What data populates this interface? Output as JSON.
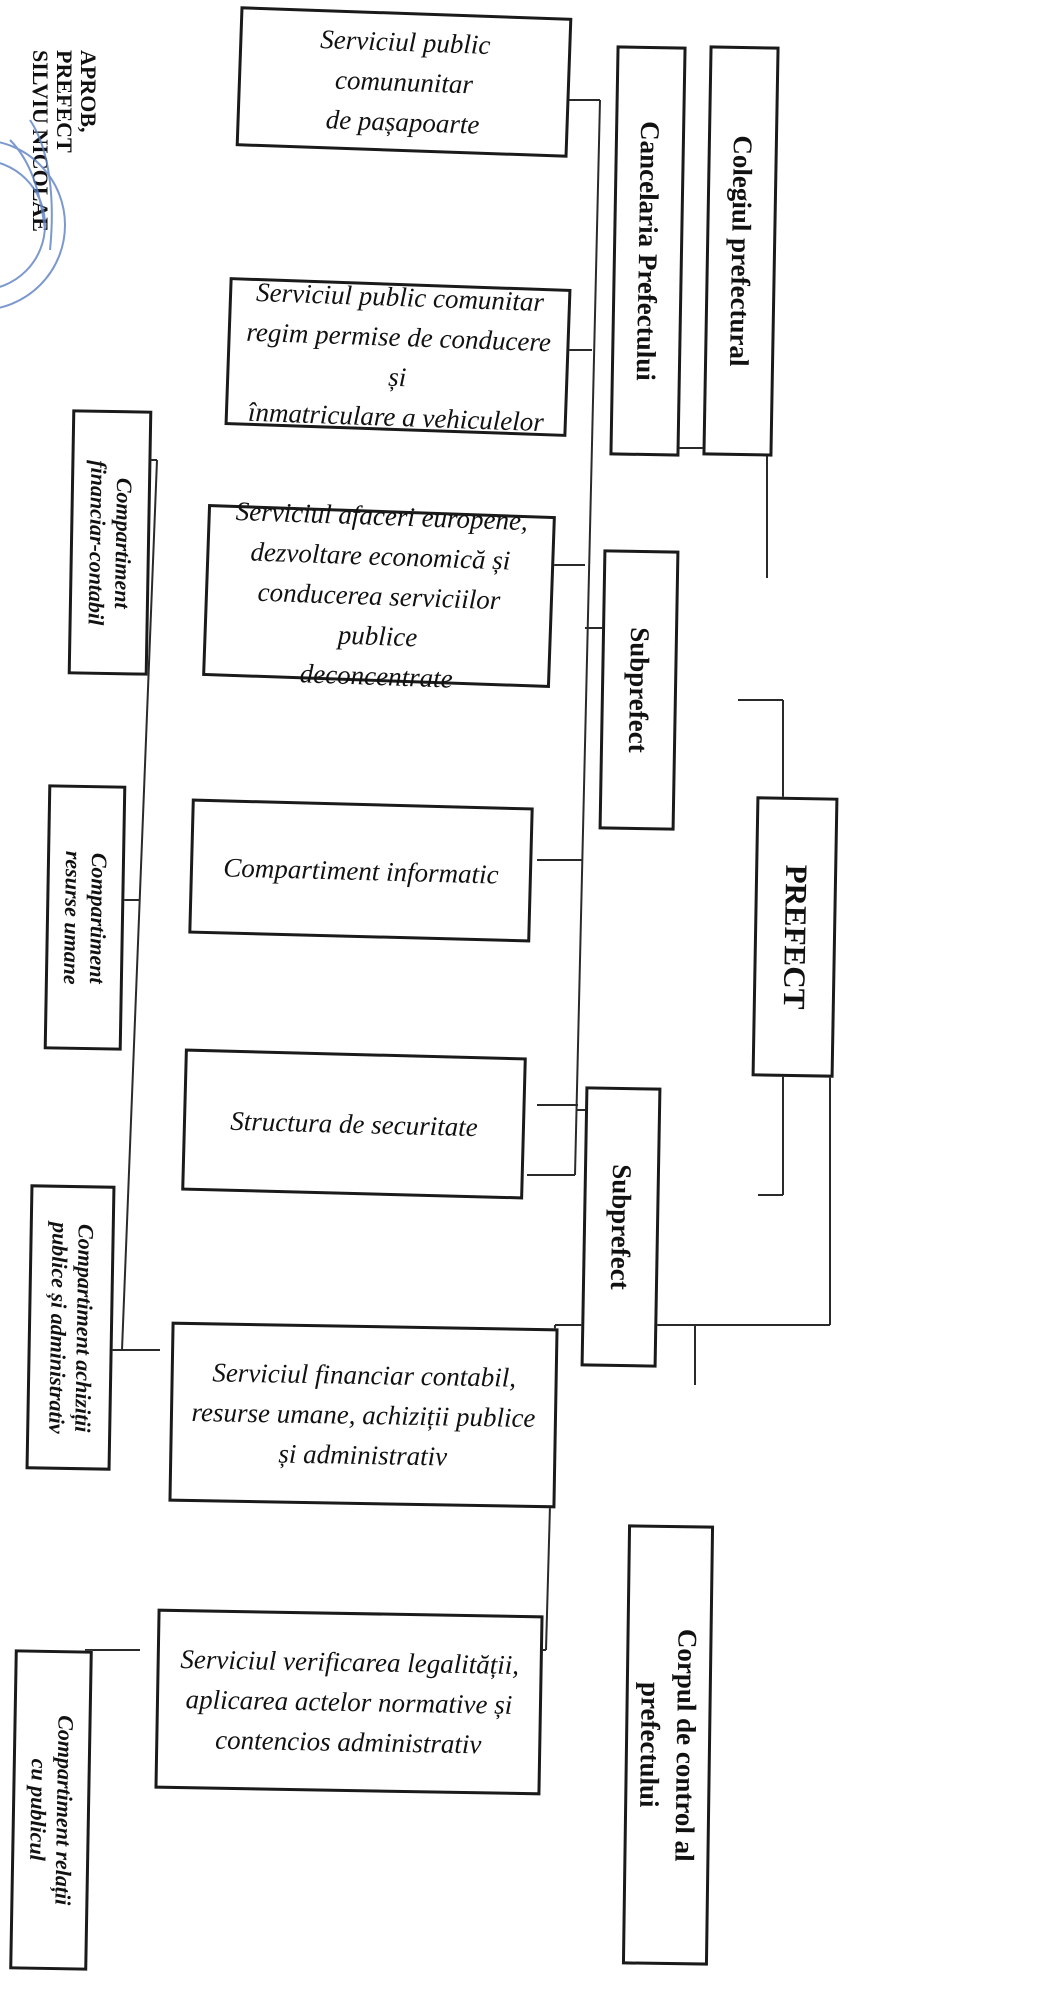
{
  "approval": {
    "line1": "APROB,",
    "line2": "PREFECT",
    "line3": "SILVIU NICOLAE"
  },
  "boxes": {
    "colegiul": "Colegiul prefectural",
    "cancelaria": "Cancelaria Prefectului",
    "prefect": "PREFECT",
    "subprefect_1": "Subprefect",
    "subprefect_2": "Subprefect",
    "corpul": "Corpul de control al\nprefectului",
    "pasapoarte": "Serviciul public comununitar\nde pașapoarte",
    "permise": "Serviciul public comunitar\nregim permise de conducere și\nînmatriculare a vehiculelor",
    "afaceri": "Serviciul afaceri europene,\ndezvoltare economică și\nconducerea serviciilor publice\ndeconcentrate",
    "informatic": "Compartiment informatic",
    "securitate": "Structura de securitate",
    "financiar_serv": "Serviciul financiar contabil,\nresurse umane, achiziții publice\nși administrativ",
    "legalitate": "Serviciul verificarea legalității,\naplicarea actelor normative și\ncontencios administrativ",
    "comp_financiar": "Compartiment\nfinanciar-contabil",
    "comp_resurse": "Compartiment\nresurse umane",
    "comp_achizitii": "Compartiment achiziții\npublice și administrativ",
    "comp_relatii": "Compartiment relații\ncu publicul"
  },
  "colors": {
    "ink": "#1a1a1a",
    "seal": "#5b7fc4"
  }
}
